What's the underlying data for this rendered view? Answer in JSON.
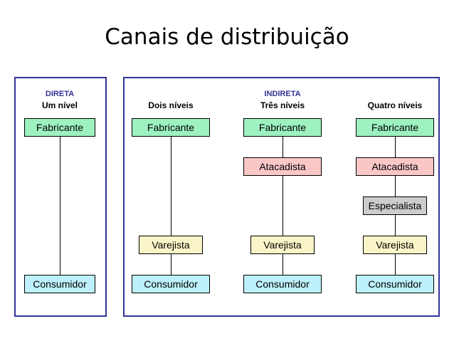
{
  "title": "Canais de distribuição",
  "panels": [
    {
      "name": "direta",
      "group_label": "DIRETA"
    },
    {
      "name": "indireta",
      "group_label": "INDIRETA"
    }
  ],
  "group_labels": {
    "direta": "DIRETA",
    "indireta": "INDIRETA"
  },
  "columns": [
    {
      "label": "Um nível",
      "group": "DIRETA",
      "nodes": [
        {
          "label": "Fabricante",
          "type": "fabricante"
        },
        {
          "label": "Consumidor",
          "type": "consumidor"
        }
      ]
    },
    {
      "label": "Dois níveis",
      "group": "INDIRETA",
      "nodes": [
        {
          "label": "Fabricante",
          "type": "fabricante"
        },
        {
          "label": "Varejista",
          "type": "varejista"
        },
        {
          "label": "Consumidor",
          "type": "consumidor"
        }
      ]
    },
    {
      "label": "Três níveis",
      "group": "INDIRETA",
      "nodes": [
        {
          "label": "Fabricante",
          "type": "fabricante"
        },
        {
          "label": "Atacadista",
          "type": "atacadista"
        },
        {
          "label": "Varejista",
          "type": "varejista"
        },
        {
          "label": "Consumidor",
          "type": "consumidor"
        }
      ]
    },
    {
      "label": "Quatro níveis",
      "group": "INDIRETA",
      "nodes": [
        {
          "label": "Fabricante",
          "type": "fabricante"
        },
        {
          "label": "Atacadista",
          "type": "atacadista"
        },
        {
          "label": "Especialista",
          "type": "especialista"
        },
        {
          "label": "Varejista",
          "type": "varejista"
        },
        {
          "label": "Consumidor",
          "type": "consumidor"
        }
      ]
    }
  ],
  "colors": {
    "panel_border": "#333399",
    "group_label_text": "#333399",
    "node_border": "#000000",
    "fabricante": "#9DF2C0",
    "atacadista": "#FAC7C7",
    "especialista": "#CCCCCC",
    "varejista": "#FAF5C8",
    "consumidor": "#BDF0FA",
    "background": "#FFFFFF"
  }
}
